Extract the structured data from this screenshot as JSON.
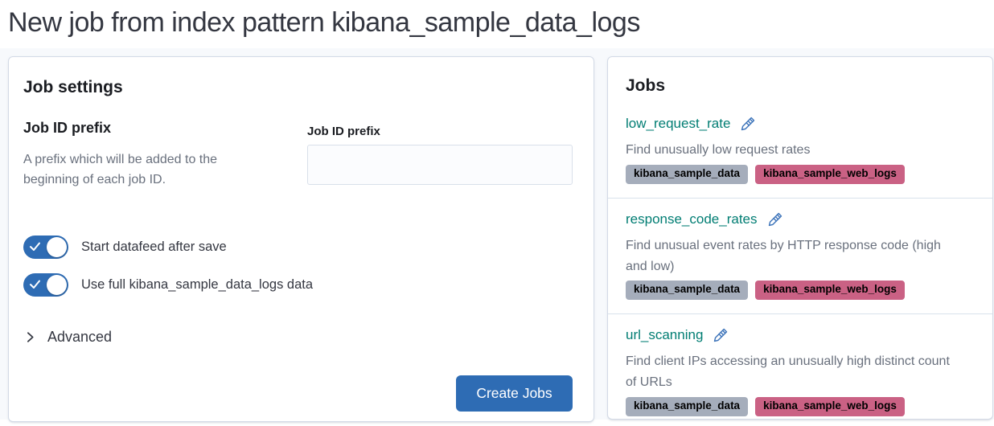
{
  "page": {
    "title": "New job from index pattern kibana_sample_data_logs"
  },
  "colors": {
    "primary_blue": "#2e6cb4",
    "link_teal": "#017d73",
    "badge_grey": "#a5adbb",
    "badge_pink": "#ca6184"
  },
  "job_settings": {
    "heading": "Job settings",
    "prefix_group": {
      "title": "Job ID prefix",
      "description": "A prefix which will be added to the beginning of each job ID.",
      "field_label": "Job ID prefix",
      "value": "",
      "placeholder": ""
    },
    "toggles": [
      {
        "label": "Start datafeed after save",
        "checked": true
      },
      {
        "label": "Use full kibana_sample_data_logs data",
        "checked": true
      }
    ],
    "advanced_label": "Advanced",
    "create_button_label": "Create Jobs"
  },
  "jobs_panel": {
    "heading": "Jobs",
    "items": [
      {
        "name": "low_request_rate",
        "description": "Find unusually low request rates",
        "badges": [
          {
            "label": "kibana_sample_data",
            "color": "#a5adbb"
          },
          {
            "label": "kibana_sample_web_logs",
            "color": "#ca6184"
          }
        ]
      },
      {
        "name": "response_code_rates",
        "description": "Find unusual event rates by HTTP response code (high and low)",
        "badges": [
          {
            "label": "kibana_sample_data",
            "color": "#a5adbb"
          },
          {
            "label": "kibana_sample_web_logs",
            "color": "#ca6184"
          }
        ]
      },
      {
        "name": "url_scanning",
        "description": "Find client IPs accessing an unusually high distinct count of URLs",
        "badges": [
          {
            "label": "kibana_sample_data",
            "color": "#a5adbb"
          },
          {
            "label": "kibana_sample_web_logs",
            "color": "#ca6184"
          }
        ]
      }
    ]
  }
}
